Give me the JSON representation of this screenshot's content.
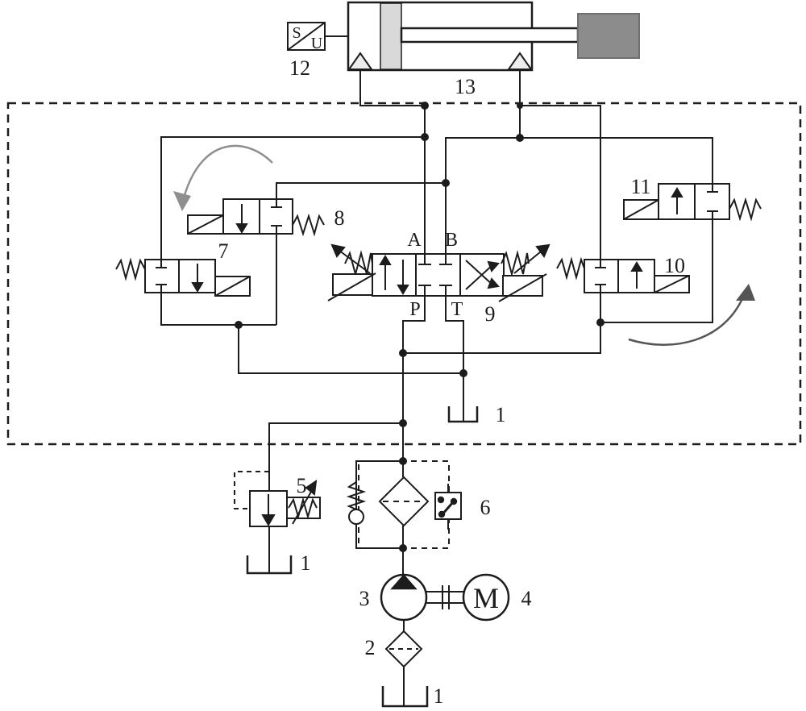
{
  "diagram": {
    "type": "hydraulic-circuit-schematic",
    "description": "Proportional valve controlled hydraulic cylinder circuit with pilot solenoid valves, pump unit and filters",
    "labels": {
      "tank": "1",
      "suction_filter": "2",
      "pump": "3",
      "motor": "4",
      "relief_valve": "5",
      "filter_assembly": "6",
      "valve7": "7",
      "valve8": "8",
      "prop_valve": "9",
      "valve10": "10",
      "valve11": "11",
      "sensor": "12",
      "cylinder": "13",
      "port_a": "A",
      "port_b": "B",
      "port_p": "P",
      "port_t": "T",
      "sensor_s": "S",
      "sensor_u": "U",
      "motor_m": "M"
    },
    "components": [
      "hydraulic-cylinder-with-load",
      "displacement-sensor-S/U",
      "2-2-solenoid-valve-7",
      "2-2-solenoid-valve-8",
      "4-3-proportional-directional-valve-9",
      "2-2-solenoid-valve-10",
      "2-2-solenoid-valve-11",
      "pilot-relief-valve-5",
      "filter-with-bypass-check-and-clogging-switch-6",
      "fixed-displacement-pump-3",
      "electric-motor-4",
      "suction-filter-2",
      "reservoir-tanks-1",
      "dashed-manifold-boundary"
    ],
    "colors": {
      "line": "#1c1c1c",
      "load_block": "#8c8c8c",
      "piston": "#d9d9d9",
      "port_wedge": "#ededed",
      "arrow_gray": "#8f8f8f",
      "arrow_dark": "#555555",
      "background": "#ffffff"
    }
  }
}
